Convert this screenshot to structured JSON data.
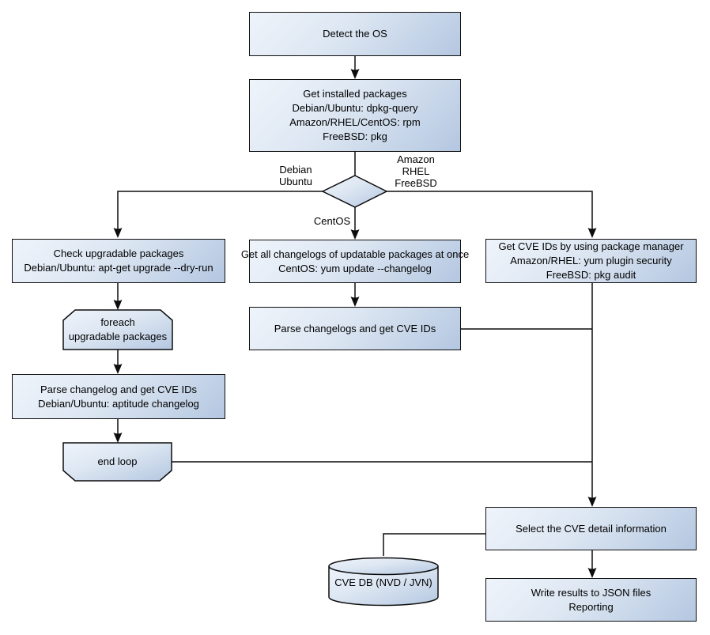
{
  "colors": {
    "background": "#ffffff",
    "node_fill_light": "#eff4fb",
    "node_fill_dark": "#b4c7e1",
    "node_border": "#0d0d0d",
    "connector": "#0d0d0d",
    "text": "#000000"
  },
  "nodes": {
    "detect_os": {
      "lines": [
        "Detect the OS"
      ]
    },
    "get_installed_packages": {
      "lines": [
        "Get installed packages",
        "Debian/Ubuntu: dpkg-query",
        "Amazon/RHEL/CentOS: rpm",
        "FreeBSD: pkg"
      ]
    },
    "check_upgradable": {
      "lines": [
        "Check upgradable packages",
        "Debian/Ubuntu: apt-get upgrade --dry-run"
      ]
    },
    "foreach_loop": {
      "lines": [
        "foreach",
        "upgradable  packages"
      ]
    },
    "parse_changelog_deb": {
      "lines": [
        "Parse changelog and get  CVE IDs",
        "Debian/Ubuntu: aptitude changelog"
      ]
    },
    "end_loop": {
      "lines": [
        "end loop"
      ]
    },
    "get_all_changelogs": {
      "lines": [
        "Get all changelogs of updatable packages at once",
        "CentOS: yum update --changelog"
      ]
    },
    "parse_changelogs": {
      "lines": [
        "Parse changelogs and get CVE IDs"
      ]
    },
    "get_cve_by_pkg_manager": {
      "lines": [
        "Get CVE IDs by using package manager",
        "Amazon/RHEL: yum plugin security",
        "FreeBSD: pkg audit"
      ]
    },
    "select_cve_detail": {
      "lines": [
        "Select the CVE detail information"
      ]
    },
    "write_results": {
      "lines": [
        "Write results to JSON files",
        "Reporting"
      ]
    },
    "cve_db": {
      "lines": [
        "CVE DB (NVD / JVN)"
      ]
    }
  },
  "edge_labels": {
    "debian_ubuntu": {
      "lines": [
        "Debian",
        "Ubuntu"
      ]
    },
    "amazon_rhel_freebsd": {
      "lines": [
        "Amazon",
        "RHEL",
        "FreeBSD"
      ]
    },
    "centos": {
      "lines": [
        "CentOS"
      ]
    }
  }
}
